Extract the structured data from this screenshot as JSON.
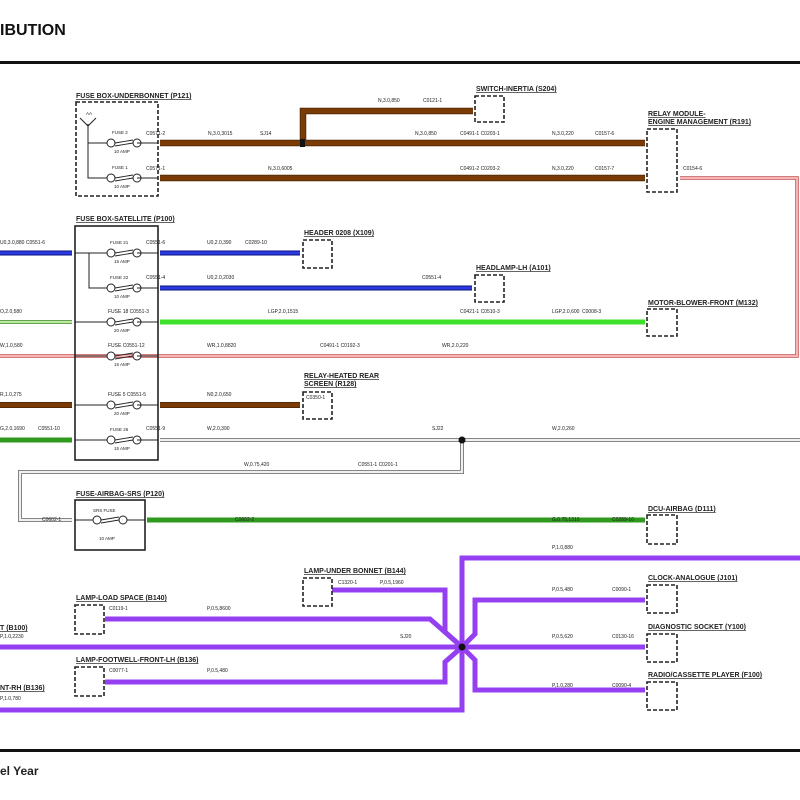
{
  "header": {
    "title": "IBUTION"
  },
  "footer": {
    "text": "el Year"
  },
  "colors": {
    "brown": "#7a3b06",
    "blue": "#1a2ad0",
    "green_light": "#3fe02a",
    "green_pale": "#a8e08f",
    "green_dark": "#2f9a1e",
    "pink": "#f0a0a0",
    "white_wire": "#e4e4e4",
    "purple": "#9440f0"
  },
  "components": {
    "fuse_box_underbonnet": "FUSE BOX-UNDERBONNET (P121)",
    "switch_inertia": "SWITCH-INERTIA (S204)",
    "relay_module_line1": "RELAY MODULE-",
    "relay_module_line2": "ENGINE MANAGEMENT (R191)",
    "fuse_box_satellite": "FUSE BOX-SATELLITE (P100)",
    "header": "HEADER 0208 (X109)",
    "headlamp": "HEADLAMP-LH (A101)",
    "motor_blower": "MOTOR-BLOWER-FRONT (M132)",
    "relay_heated_line1": "RELAY-HEATED REAR",
    "relay_heated_line2": "SCREEN (R128)",
    "fuse_airbag": "FUSE-AIRBAG-SRS (P120)",
    "dcu_airbag": "DCU-AIRBAG (D111)",
    "lamp_under_bonnet": "LAMP-UNDER BONNET (B144)",
    "lamp_load_space": "LAMP-LOAD SPACE (B140)",
    "lamp_footwell": "LAMP-FOOTWELL-FRONT-LH (B136)",
    "clock": "CLOCK-ANALOGUE (J101)",
    "diagnostic": "DIAGNOSTIC SOCKET (Y100)",
    "radio": "RADIO/CASSETTE PLAYER (F100)",
    "left_partial_1": "T (B100)",
    "left_partial_2": "NT-RH (B136)"
  },
  "fuses": {
    "aa": "AA",
    "ub_fuse2": "FUSE 2",
    "ub_fuse2_rating": "10 AMP",
    "ub_fuse1": "FUSE 1",
    "ub_fuse1_rating": "10 AMP",
    "sat_fuse21": "FUSE 21",
    "sat_fuse21_rating": "15 AMP",
    "sat_fuse22": "FUSE 22",
    "sat_fuse22_rating": "10 AMP",
    "sat_fuse18_rating": "20 AMP",
    "sat_fuse_pink_rating": "15 AMP",
    "sat_fuse5_rating": "20 AMP",
    "sat_fuse26": "FUSE 26",
    "sat_fuse26_rating": "15 AMP",
    "srs_fuse": "SRS FUSE",
    "srs_fuse_rating": "10 AMP"
  },
  "wire_labels": [
    "C0571-2",
    "C0571-1",
    "N,3.0,3015",
    "SJ14",
    "N,3.0,850",
    "C0121-1",
    "N,3.0,850",
    "C0491-1 C0203-1",
    "N,3.0,220",
    "C0157-6",
    "N,3.0,6005",
    "C0491-2 C0203-2",
    "N,3.0,220",
    "C0157-7",
    "C0154-6",
    "U0,3.0,880 C0551-6",
    "C0551-6",
    "U0,2.0,390",
    "C0289-10",
    "C0551-4",
    "U0,2.0,2030",
    "C0551-4",
    "O,2.0,580",
    "FUSE 18 C0551-3",
    "LGP,2.0,1515",
    "C0421-1 C0510-3",
    "LGP,2.0,600",
    "C0008-3",
    "W,1.0,580",
    "FUSE C0551-12",
    "WR,1.0,8820",
    "C0491-1 C0192-3",
    "WR,2.0,220",
    "R,1.0,275",
    "FUSE 5 C0551-5",
    "N0,2.0,650",
    "C0350-1",
    "G,2.0,1690",
    "C0551-10",
    "C0551-9",
    "W,2.0,390",
    "SJ22",
    "W,2.0,260",
    "W,0.75,420",
    "C0551-1 C0201-1",
    "C0602-1",
    "C0602-2",
    "G,0.75,1310",
    "C0289-10",
    "P,1.0,880",
    "C1320-1",
    "P,0.5,1960",
    "C0119-1",
    "P,0.5,8600",
    "P,0.5,480",
    "C0090-1",
    "P,1.0,2230",
    "SJ20",
    "P,0.5,620",
    "C0130-16",
    "C0077-1",
    "P,0.5,480",
    "P,1.0,780",
    "P,1.0,280",
    "C0090-4"
  ]
}
